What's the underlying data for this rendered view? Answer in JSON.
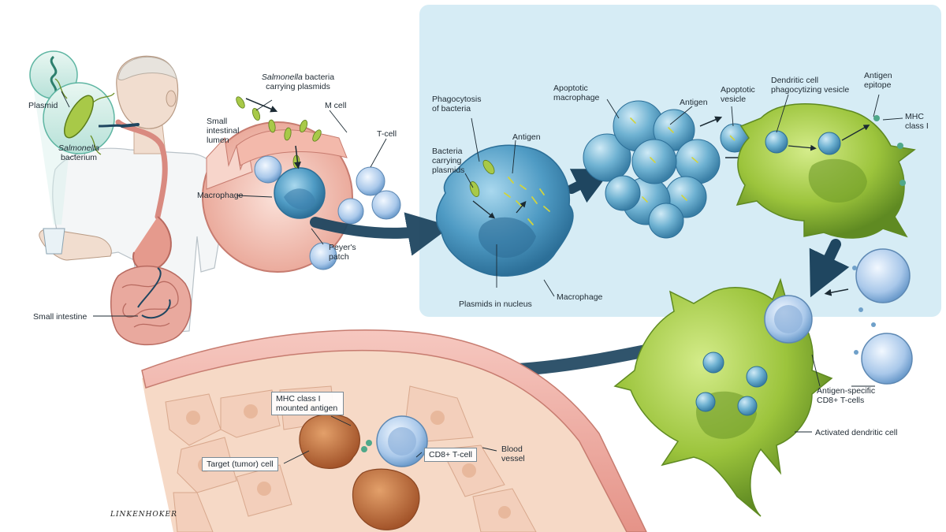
{
  "labels": {
    "plasmid": "Plasmid",
    "salmonella_italic": "Salmonella",
    "bacterium": "bacterium",
    "small_intestine": "Small intestine",
    "salmonella_carrying_italic": "Salmonella",
    "salmonella_carrying_rest": " bacteria",
    "carrying_plasmids": "carrying plasmids",
    "m_cell": "M cell",
    "small_intestinal_lumen": "Small intestinal lumen",
    "t_cell": "T-cell",
    "macrophage_inset": "Macrophage",
    "peyers_patch": "Peyer's patch",
    "phagocytosis": "Phagocytosis of bacteria",
    "antigen_main": "Antigen",
    "bacteria_carrying_plasmids": "Bacteria carrying plasmids",
    "plasmids_in_nucleus": "Plasmids in nucleus",
    "macrophage_main": "Macrophage",
    "apoptotic_macrophage": "Apoptotic macrophage",
    "antigen_apoptotic": "Antigen",
    "apoptotic_vesicle": "Apoptotic vesicle",
    "dendritic_phago": "Dendritic cell phagocytizing vesicle",
    "antigen_epitope": "Antigen epitope",
    "mhc_class_i": "MHC class I",
    "antigen_specific_cd8": "Antigen-specific CD8+ T-cells",
    "activated_dendritic": "Activated dendritic cell",
    "mhc_mounted": "MHC class I mounted antigen",
    "target_tumor": "Target (tumor) cell",
    "cd8_tcell": "CD8+ T-cell",
    "blood_vessel": "Blood vessel",
    "signature": "LINKENHOKER"
  },
  "colors": {
    "panel_bg": "#d6ecf5",
    "macrophage_blue": "#4f9bc4",
    "dendritic_green": "#9cc43c",
    "inset_pink": "#f2c2b6",
    "tissue_red": "#d98a80",
    "tumor_orange": "#c0703e",
    "arrow_navy": "#1f4660",
    "tcell_blue": "#8fb8df"
  }
}
